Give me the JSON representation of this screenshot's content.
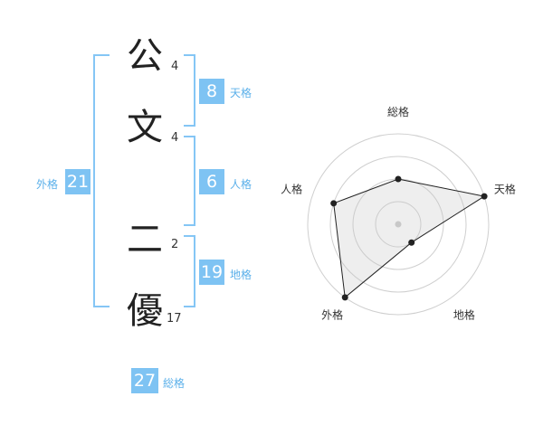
{
  "name": {
    "characters": [
      {
        "char": "公",
        "strokes": "4"
      },
      {
        "char": "文",
        "strokes": "4"
      },
      {
        "char": "二",
        "strokes": "2"
      },
      {
        "char": "優",
        "strokes": "17"
      }
    ]
  },
  "fortune": {
    "tenkaku": {
      "value": "8",
      "label": "天格"
    },
    "jinkaku": {
      "value": "6",
      "label": "人格"
    },
    "chikaku": {
      "value": "19",
      "label": "地格"
    },
    "gaikaku": {
      "value": "21",
      "label": "外格"
    },
    "soukaku": {
      "value": "27",
      "label": "総格"
    }
  },
  "colors": {
    "accent": "#7ec3f3",
    "bracket": "#85c6f5",
    "label": "#5bb0ea"
  },
  "chart_data": {
    "type": "radar",
    "categories": [
      "総格",
      "天格",
      "地格",
      "外格",
      "人格"
    ],
    "values": [
      0.5,
      1.0,
      0.25,
      1.0,
      0.75
    ],
    "rmax": 1.0,
    "rings": 4
  }
}
